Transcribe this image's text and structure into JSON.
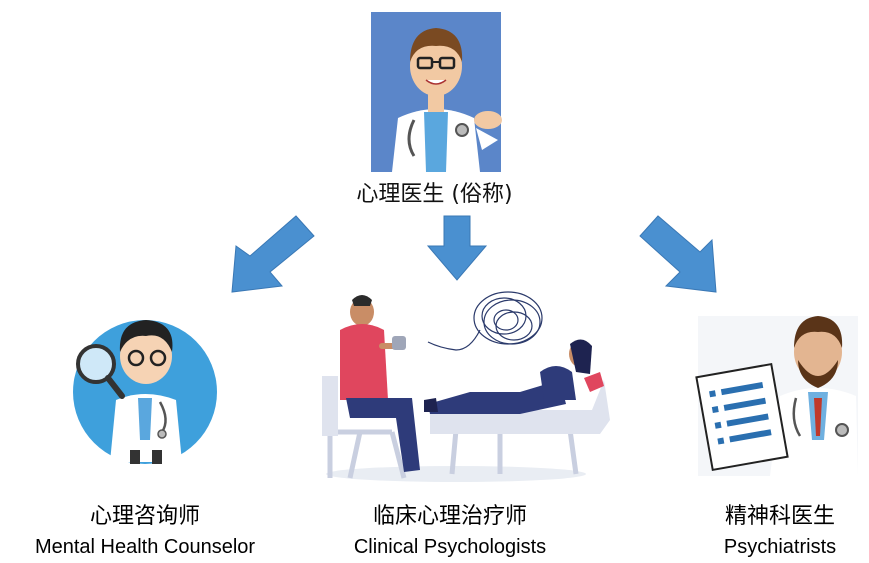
{
  "top": {
    "label": "心理医生 (俗称)",
    "image_icon": "doctor-presenting-icon"
  },
  "branches": [
    {
      "zh": "心理咨询师",
      "en": "Mental Health Counselor",
      "icon": "doctor-magnifier-icon"
    },
    {
      "zh": "临床心理治疗师",
      "en": "Clinical Psychologists",
      "icon": "therapy-session-icon"
    },
    {
      "zh": "精神科医生",
      "en": "Psychiatrists",
      "icon": "doctor-clipboard-icon"
    }
  ],
  "colors": {
    "arrow": "#4a90d0",
    "arrow_stroke": "#3a78b5",
    "top_panel_bg": "#5b86c9",
    "counselor_circle": "#3ea0dc"
  }
}
